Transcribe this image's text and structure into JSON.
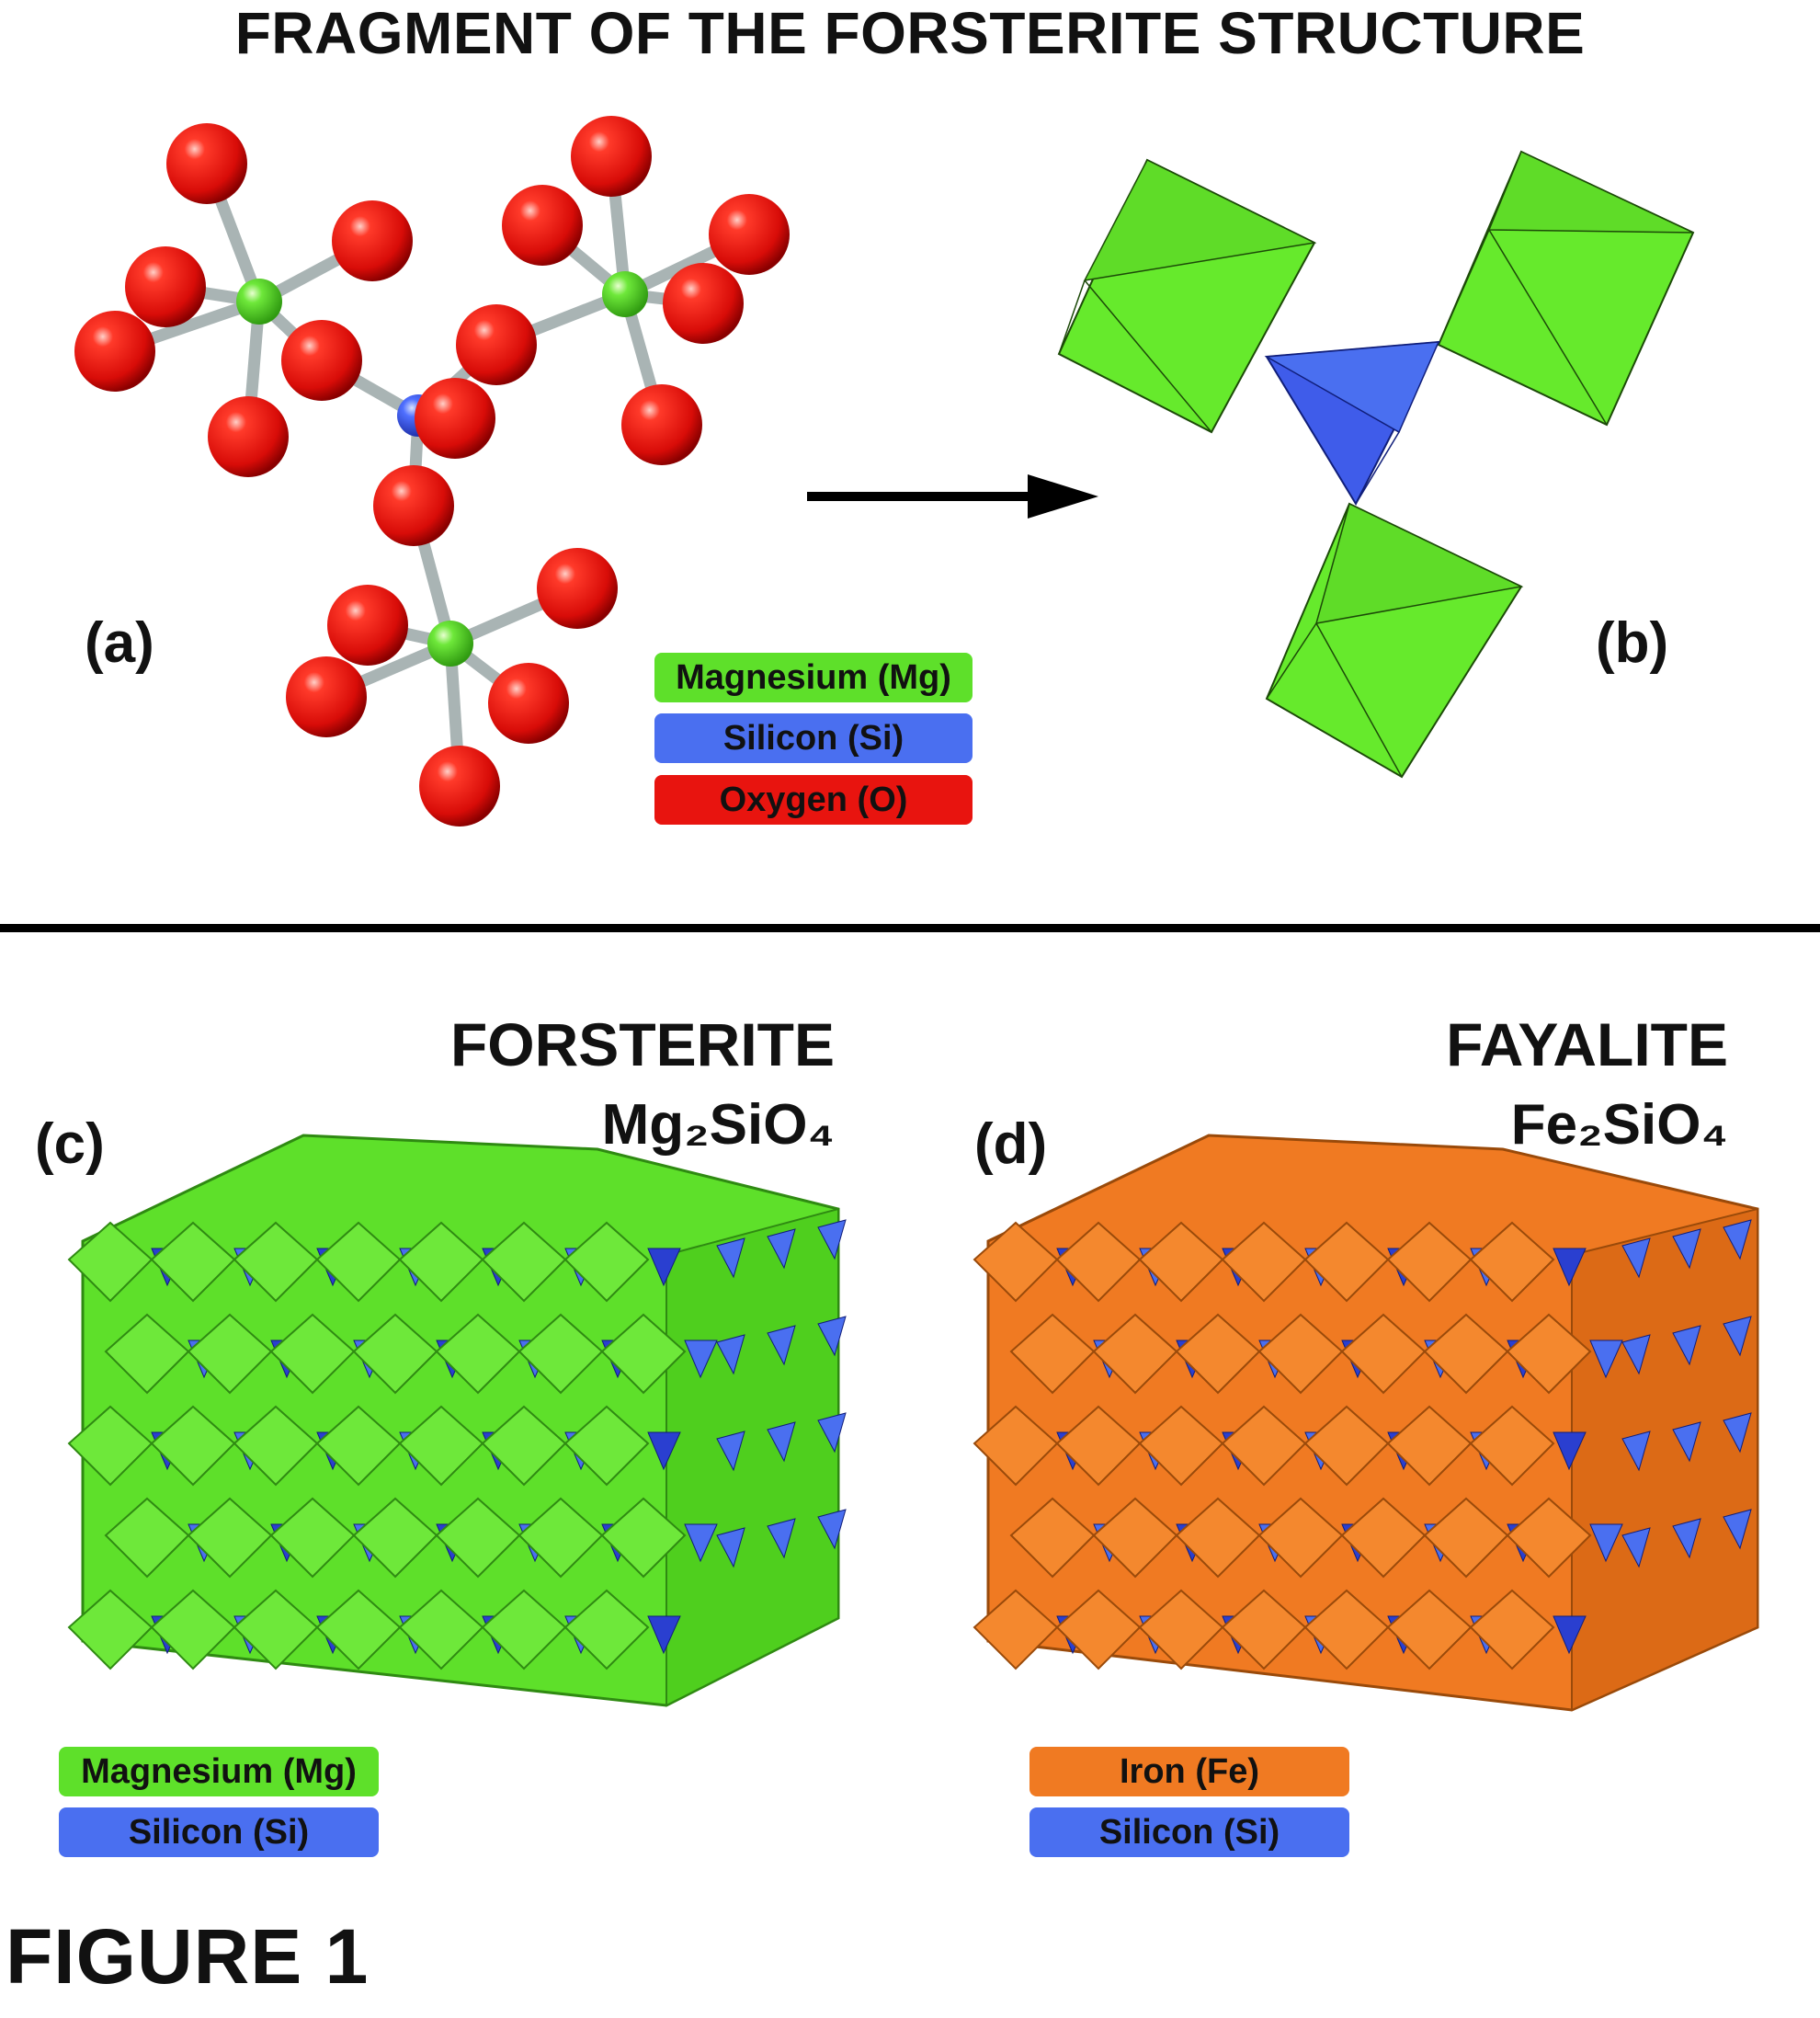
{
  "title": "FRAGMENT OF THE FORSTERITE STRUCTURE",
  "panels": {
    "a": "(a)",
    "b": "(b)",
    "c": "(c)",
    "d": "(d)"
  },
  "legend_top": {
    "magnesium": "Magnesium (Mg)",
    "silicon": "Silicon (Si)",
    "oxygen": "Oxygen (O)"
  },
  "forsterite": {
    "name": "FORSTERITE",
    "formula": "Mg₂SiO₄",
    "legend": {
      "magnesium": "Magnesium (Mg)",
      "silicon": "Silicon (Si)"
    }
  },
  "fayalite": {
    "name": "FAYALITE",
    "formula": "Fe₂SiO₄",
    "legend": {
      "iron": "Iron (Fe)",
      "silicon": "Silicon (Si)"
    }
  },
  "figure_label": "FIGURE 1",
  "colors": {
    "magnesium": "#5ee02a",
    "silicon": "#4a6ff0",
    "oxygen": "#e8140f",
    "iron": "#f07a22"
  }
}
